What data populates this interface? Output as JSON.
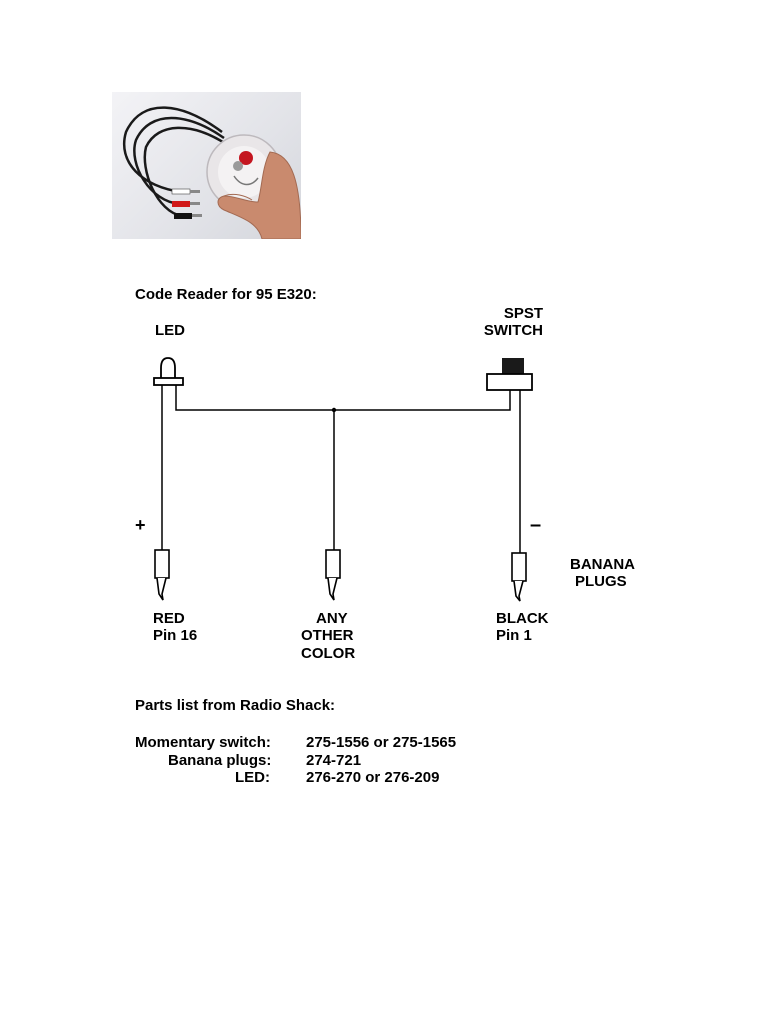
{
  "photo": {
    "caption": ""
  },
  "diagram": {
    "title": "Code Reader for 95 E320:",
    "led_label": "LED",
    "switch_label_line1": "SPST",
    "switch_label_line2": "SWITCH",
    "plus_sign": "+",
    "minus_sign": "–",
    "banana_line1": "BANANA",
    "banana_line2": "PLUGS",
    "red_line1": "RED",
    "red_line2": "Pin 16",
    "any_line1": "ANY",
    "any_line2": "OTHER",
    "any_line3": "COLOR",
    "black_line1": "BLACK",
    "black_line2": "Pin 1"
  },
  "parts": {
    "heading": "Parts list from Radio Shack:",
    "items": [
      {
        "label": "Momentary switch:",
        "value": "275-1556 or 275-1565"
      },
      {
        "label": "Banana plugs:",
        "value": "274-721"
      },
      {
        "label": "LED:",
        "value": "276-270 or 276-209"
      }
    ]
  }
}
